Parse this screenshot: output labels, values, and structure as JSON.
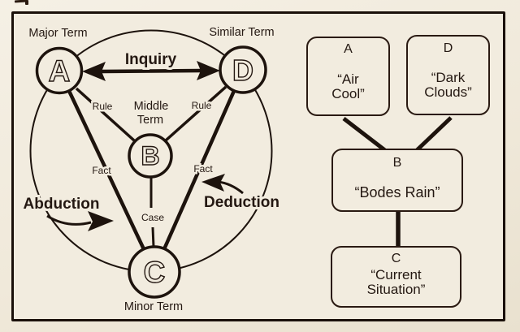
{
  "figure": {
    "type": "scanned textbook diagram",
    "colors": {
      "paper": "#f2ecdf",
      "ink": "#241812",
      "line": "#1d130d"
    }
  },
  "left_diagram": {
    "labels": {
      "major_term": "Major Term",
      "similar_term": "Similar Term",
      "inquiry": "Inquiry",
      "rule_left": "Rule",
      "rule_right": "Rule",
      "middle_term_line1": "Middle",
      "middle_term_line2": "Term",
      "fact_left": "Fact",
      "fact_right": "Fact",
      "case": "Case",
      "abduction": "Abduction",
      "deduction": "Deduction",
      "minor_term": "Minor Term"
    },
    "nodes": {
      "a": "A",
      "b": "B",
      "c": "C",
      "d": "D"
    }
  },
  "right_diagram": {
    "boxes": [
      {
        "id": "A",
        "lines": [
          "“Air",
          "Cool”"
        ]
      },
      {
        "id": "D",
        "lines": [
          "“Dark",
          "Clouds”"
        ]
      },
      {
        "id": "B",
        "lines": [
          "“Bodes Rain”"
        ]
      },
      {
        "id": "C",
        "lines": [
          "“Current",
          "Situation”"
        ]
      }
    ]
  }
}
